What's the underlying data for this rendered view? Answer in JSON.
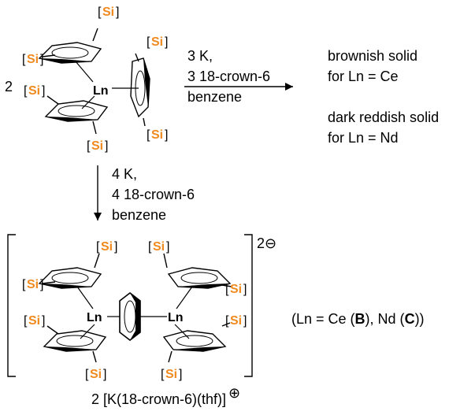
{
  "multiplier_top": "2",
  "ln_label": "Ln",
  "si_label": "Si",
  "reaction_right": {
    "line1": "3 K,",
    "line2": "3 18-crown-6",
    "line3": "benzene"
  },
  "reaction_down": {
    "line1": "4 K,",
    "line2": "4 18-crown-6",
    "line3": "benzene"
  },
  "products_right": {
    "ce_line1": "brownish solid",
    "ce_line2": "for Ln = Ce",
    "nd_line1": "dark reddish solid",
    "nd_line2": "for Ln = Nd"
  },
  "charge": "2⊖",
  "ln_assignment": {
    "prefix": "(Ln = Ce (",
    "b": "B",
    "mid": "), Nd (",
    "c": "C",
    "suffix": "))"
  },
  "counterion": {
    "text": "2 [K(18-crown-6)(thf)]",
    "charge": "⊕"
  },
  "colors": {
    "si_orange": "#f08a1e",
    "ink": "#000000"
  }
}
